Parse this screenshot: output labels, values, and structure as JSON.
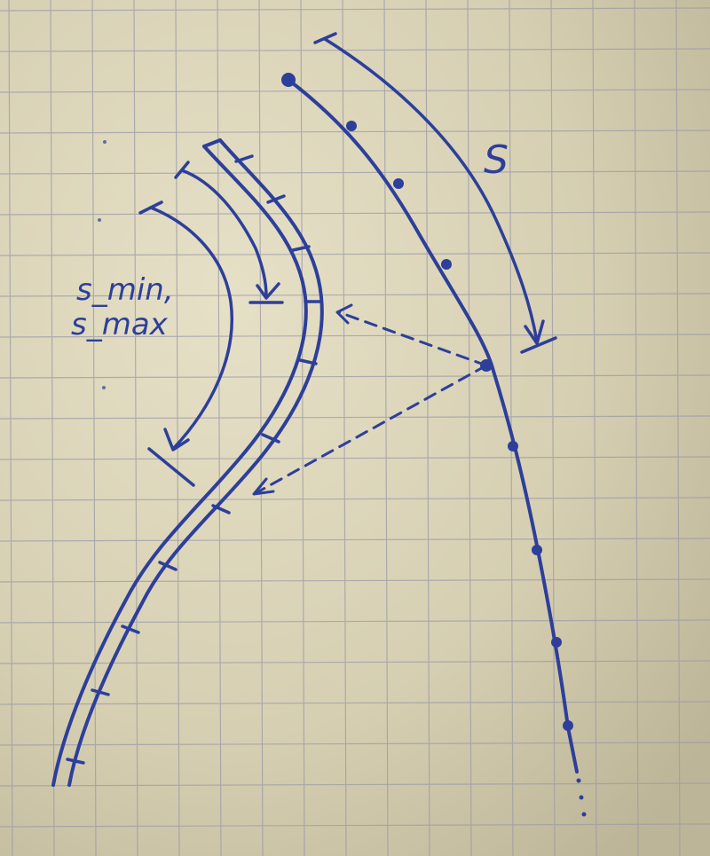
{
  "labels": {
    "arc_length": "S",
    "range_line1": "s_min,",
    "range_line2": "s_max"
  },
  "colors": {
    "paper": "#d8d0b4",
    "grid": "#9c9ba8",
    "ink": "#2d3f9a"
  }
}
